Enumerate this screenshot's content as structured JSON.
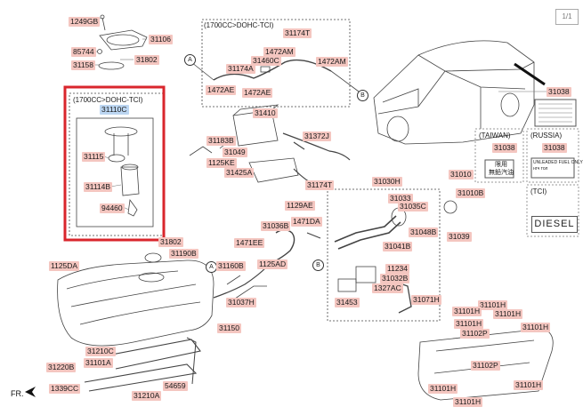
{
  "pager": "1/1",
  "front_marker": "FR.",
  "variants": {
    "top_box": "(1700CC>DOHC-TCI)",
    "left_box": "(1700CC>DOHC-TCI)",
    "taiwan": "(TAIWAN)",
    "russia": "(RUSSIA)",
    "tci": "(TCI)"
  },
  "diesel_plate": "DIESEL",
  "taiwan_plate": "限用\n無鉛汽油",
  "russia_plate": "UNLEADED FUEL ONLY\nнгч тол",
  "connectors": {
    "a": "A",
    "b": "B"
  },
  "parts": {
    "p1249GB": "1249GB",
    "p31106": "31106",
    "p85744": "85744",
    "p31158": "31158",
    "p31802a": "31802",
    "p31174Ta": "31174T",
    "p1472AMa": "1472AM",
    "p31174A": "31174A",
    "p31460C": "31460C",
    "p1472AMb": "1472AM",
    "p1472AE_a": "1472AE",
    "p1472AE_b": "1472AE",
    "p31038": "31038",
    "p31110C": "31110C",
    "p31115": "31115",
    "p31114B": "31114B",
    "p94460": "94460",
    "p31410": "31410",
    "p31183B": "31183B",
    "p31372J": "31372J",
    "p31049": "31049",
    "p1125KE": "1125KE",
    "p31425A": "31425A",
    "p31174Tb": "31174T",
    "p31030H": "31030H",
    "p1129AE": "1129AE",
    "p31010": "31010",
    "p31010B": "31010B",
    "p31033": "31033",
    "p31035C": "31035C",
    "p31048B": "31048B",
    "p31039": "31039",
    "p31036B": "31036B",
    "p1471DA": "1471DA",
    "p1471EE": "1471EE",
    "p31041B": "31041B",
    "p31802b": "31802",
    "p31190B": "31190B",
    "p1125DA": "1125DA",
    "p31160B": "31160B",
    "p1125AD": "1125AD",
    "p11234": "11234",
    "p31032B": "31032B",
    "p1327AC": "1327AC",
    "p31037H": "31037H",
    "p31071H": "31071H",
    "p31453": "31453",
    "p31150": "31150",
    "p31210C": "31210C",
    "p31101A": "31101A",
    "p31220B": "31220B",
    "p1339CC": "1339CC",
    "p54659": "54659",
    "p31210A": "31210A",
    "p31038tw": "31038",
    "p31038ru": "31038",
    "p31101H_1": "31101H",
    "p31101H_2": "31101H",
    "p31101H_3": "31101H",
    "p31101H_4": "31101H",
    "p31101H_5": "31101H",
    "p31101H_6": "31101H",
    "p31101H_7": "31101H",
    "p31101H_8": "31101H",
    "p31102P_a": "31102P",
    "p31102P_b": "31102P"
  },
  "colors": {
    "label_bg": "#f4c6c0",
    "selected_label_bg": "#bcd6f2",
    "highlight_box": "#d9262c"
  }
}
